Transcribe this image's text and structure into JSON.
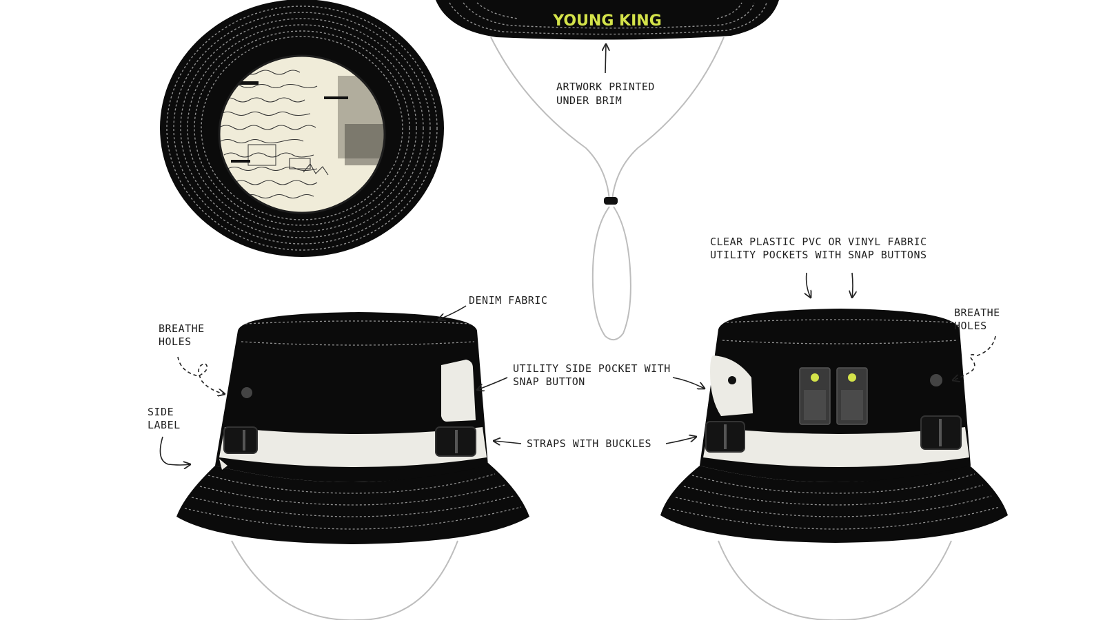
{
  "brand_text": "YOUNG KING",
  "labels": {
    "artwork": [
      "ARTWORK PRINTED",
      "UNDER BRIM"
    ],
    "clear_pockets": [
      "CLEAR PLASTIC PVC OR VINYL FABRIC",
      "UTILITY POCKETS WITH SNAP BUTTONS"
    ],
    "denim": [
      "DENIM FABRIC"
    ],
    "breathe_left": [
      "BREATHE",
      "HOLES"
    ],
    "breathe_right": [
      "BREATHE",
      "HOLES"
    ],
    "side_label": [
      "SIDE",
      "LABEL"
    ],
    "utility_pocket": [
      "UTILITY SIDE POCKET WITH",
      "SNAP BUTTON"
    ],
    "straps": [
      "STRAPS WITH BUCKLES"
    ]
  },
  "colors": {
    "hat": "#0b0b0b",
    "stitch": "#cfcfcf",
    "panel": "#ecebe5",
    "accent": "#d4e34a",
    "pocket": "#3a3a3a",
    "cord": "#bdbdbd",
    "ink": "#222222",
    "paper": "#f0ecd9"
  }
}
